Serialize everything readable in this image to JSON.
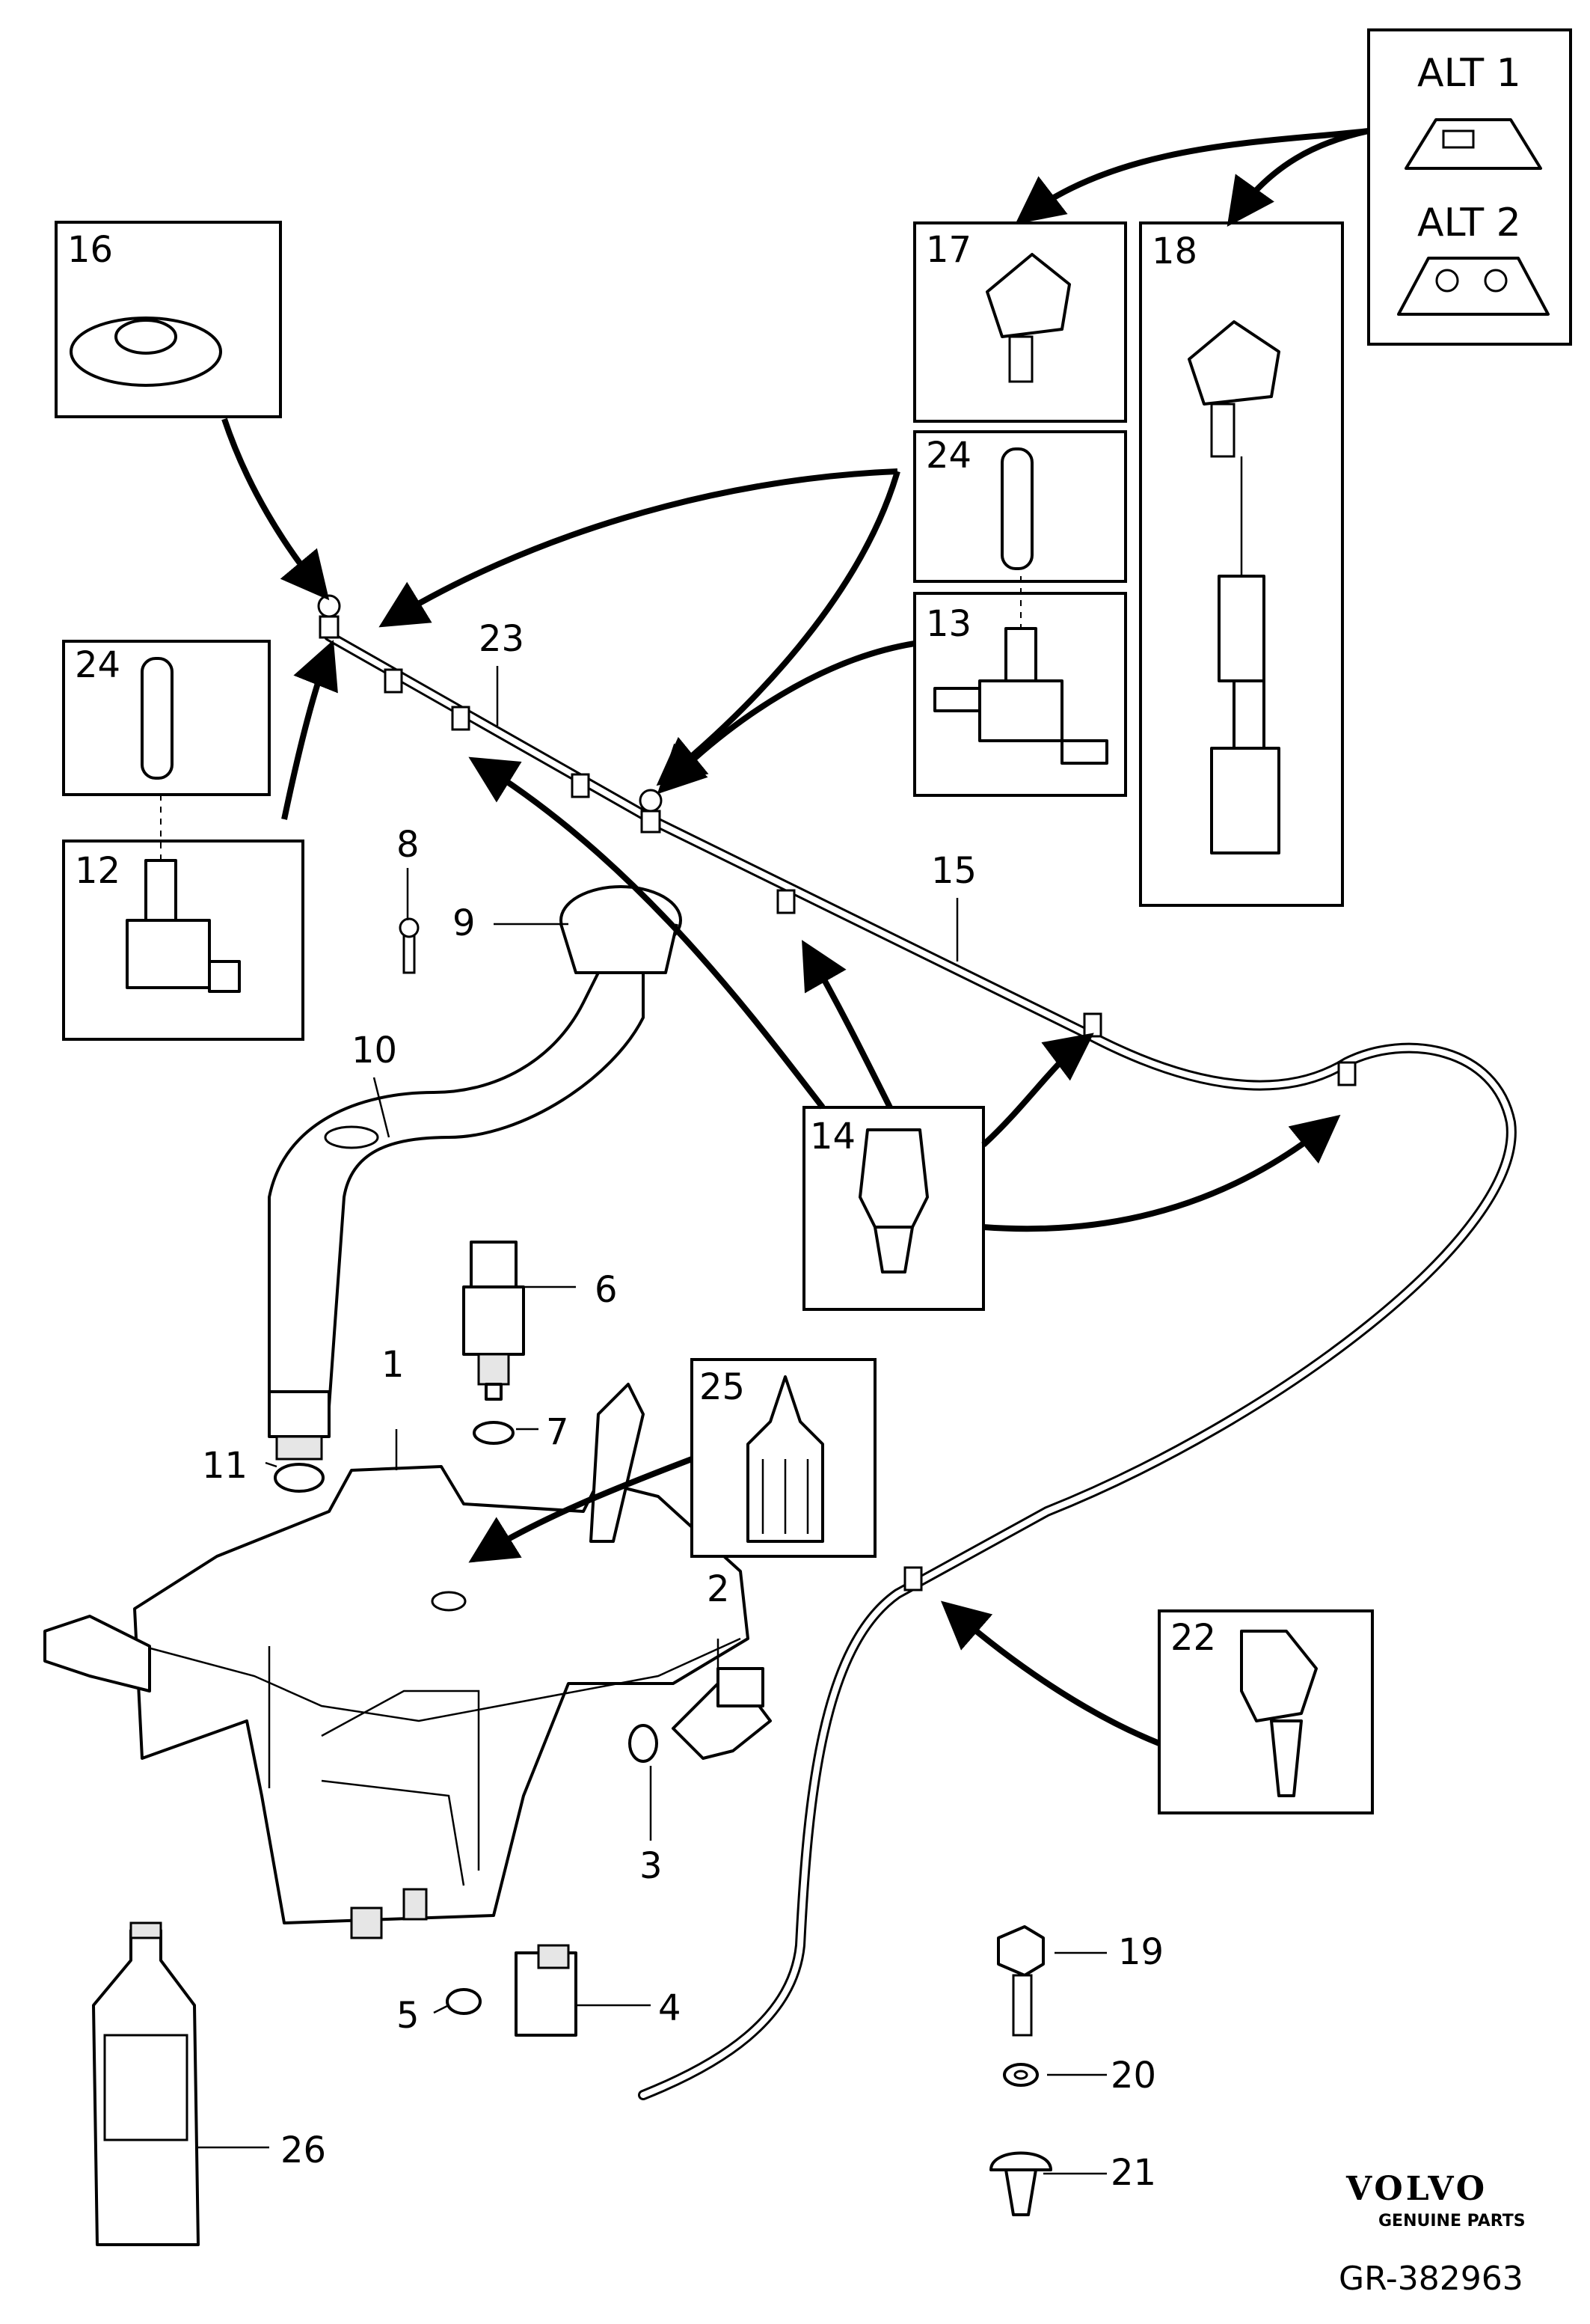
{
  "diagram": {
    "callouts": {
      "c1": "1",
      "c2": "2",
      "c3": "3",
      "c4": "4",
      "c5": "5",
      "c6": "6",
      "c7": "7",
      "c8": "8",
      "c9": "9",
      "c10": "10",
      "c11": "11",
      "c12": "12",
      "c13": "13",
      "c14": "14",
      "c15": "15",
      "c16": "16",
      "c17": "17",
      "c18": "18",
      "c19": "19",
      "c20": "20",
      "c21": "21",
      "c22": "22",
      "c23": "23",
      "c24a": "24",
      "c24b": "24",
      "c25": "25",
      "c26": "26"
    },
    "alt_labels": {
      "alt1": "ALT 1",
      "alt2": "ALT 2"
    },
    "logo": {
      "brand": "VOLVO",
      "sub": "GENUINE PARTS"
    },
    "code": "GR-382963"
  }
}
